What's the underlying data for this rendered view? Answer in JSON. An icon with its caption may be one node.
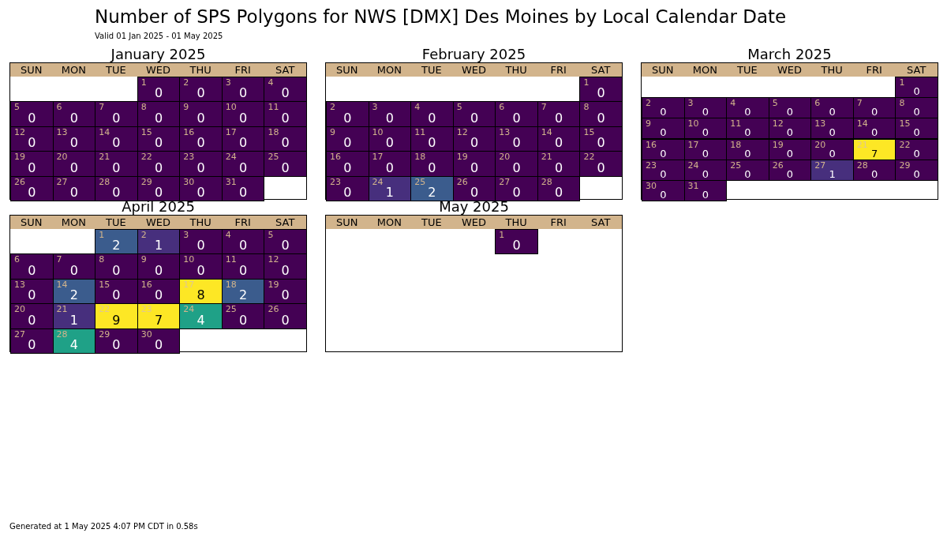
{
  "diagram": {
    "title": "Number of SPS Polygons for NWS [DMX] Des Moines by Local Calendar Date",
    "nodes": [
      {
        "text": [
          "January 2025"
        ]
      },
      {
        "text": [
          "SUN",
          "MON",
          "TUE",
          "WED",
          "THU",
          "FRI",
          "SAT"
        ],
        "in": 0
      },
      {
        "text": [
          "1",
          "0"
        ],
        "in": 0
      },
      {
        "text": [
          "2",
          "0"
        ],
        "in": 0
      },
      {
        "text": [
          "3",
          "0"
        ],
        "in": 0
      },
      {
        "text": [
          "4",
          "0"
        ],
        "in": 0
      },
      {
        "text": [
          "5",
          "0"
        ],
        "in": 0
      },
      {
        "text": [
          "6",
          "0"
        ],
        "in": 0
      },
      {
        "text": [
          "7",
          "0"
        ],
        "in": 0
      },
      {
        "text": [
          "8",
          "0"
        ],
        "in": 0
      },
      {
        "text": [
          "9",
          "0"
        ],
        "in": 0
      },
      {
        "text": [
          "10",
          "0"
        ],
        "in": 0
      },
      {
        "text": [
          "11",
          "0"
        ],
        "in": 0
      },
      {
        "text": [
          "12",
          "0"
        ],
        "in": 0
      },
      {
        "text": [
          "13",
          "0"
        ],
        "in": 0
      },
      {
        "text": [
          "14",
          "0"
        ],
        "in": 0
      },
      {
        "text": [
          "15",
          "0"
        ],
        "in": 0
      },
      {
        "text": [
          "16",
          "0"
        ],
        "in": 0
      },
      {
        "text": [
          "17",
          "0"
        ],
        "in": 0
      },
      {
        "text": [
          "18",
          "0"
        ],
        "in": 0
      },
      {
        "text": [
          "19",
          "0"
        ],
        "in": 0
      },
      {
        "text": [
          "20",
          "0"
        ],
        "in": 0
      },
      {
        "text": [
          "21",
          "0"
        ],
        "in": 0
      },
      {
        "text": [
          "22",
          "0"
        ],
        "in": 0
      },
      {
        "text": [
          "23",
          "0"
        ],
        "in": 0
      },
      {
        "text": [
          "24",
          "0"
        ],
        "in": 0
      },
      {
        "text": [
          "25",
          "0"
        ],
        "in": 0
      },
      {
        "text": [
          "26",
          "0"
        ],
        "in": 0
      },
      {
        "text": [
          "27",
          "0"
        ],
        "in": 0
      },
      {
        "text": [
          "28",
          "0"
        ],
        "in": 0
      },
      {
        "text": [
          "29",
          "0"
        ],
        "in": 0
      },
      {
        "text": [
          "30",
          "0"
        ],
        "in": 0
      },
      {
        "text": [
          "31",
          "0"
        ],
        "in": 0
      },
      {
        "text": [
          "February 2025"
        ]
      },
      {
        "text": [
          "SUN",
          "MON",
          "TUE",
          "WED",
          "THU",
          "FRI",
          "SAT"
        ],
        "in": 33
      },
      {
        "text": [
          "1",
          "0"
        ],
        "in": 33
      },
      {
        "text": [
          "2",
          "0"
        ],
        "in": 33
      },
      {
        "text": [
          "3",
          "0"
        ],
        "in": 33
      },
      {
        "text": [
          "4",
          "0"
        ],
        "in": 33
      },
      {
        "text": [
          "5",
          "0"
        ],
        "in": 33
      },
      {
        "text": [
          "6",
          "0"
        ],
        "in": 33
      },
      {
        "text": [
          "7",
          "0"
        ],
        "in": 33
      },
      {
        "text": [
          "8",
          "0"
        ],
        "in": 33
      },
      {
        "text": [
          "9",
          "0"
        ],
        "in": 33
      },
      {
        "text": [
          "10",
          "0"
        ],
        "in": 33
      },
      {
        "text": [
          "11",
          "0"
        ],
        "in": 33
      },
      {
        "text": [
          "12",
          "0"
        ],
        "in": 33
      },
      {
        "text": [
          "13",
          "0"
        ],
        "in": 33
      },
      {
        "text": [
          "14",
          "0"
        ],
        "in": 33
      },
      {
        "text": [
          "15",
          "0"
        ],
        "in": 33
      },
      {
        "text": [
          "16",
          "0"
        ],
        "in": 33
      },
      {
        "text": [
          "17",
          "0"
        ],
        "in": 33
      },
      {
        "text": [
          "18",
          "0"
        ],
        "in": 33
      },
      {
        "text": [
          "19",
          "0"
        ],
        "in": 33
      },
      {
        "text": [
          "20",
          "0"
        ],
        "in": 33
      },
      {
        "text": [
          "21",
          "0"
        ],
        "in": 33
      },
      {
        "text": [
          "22",
          "0"
        ],
        "in": 33
      },
      {
        "text": [
          "23",
          "0"
        ],
        "in": 33
      },
      {
        "text": [
          "24",
          "1"
        ],
        "in": 33
      },
      {
        "text": [
          "25",
          "2"
        ],
        "in": 33
      },
      {
        "text": [
          "26",
          "0"
        ],
        "in": 33
      },
      {
        "text": [
          "27",
          "0"
        ],
        "in": 33
      },
      {
        "text": [
          "28",
          "0"
        ],
        "in": 33
      },
      {
        "text": [
          "March 2025"
        ]
      },
      {
        "text": [
          "SUN",
          "MON",
          "TUE",
          "WED",
          "THU",
          "FRI",
          "SAT"
        ],
        "in": 63
      },
      {
        "text": [
          "1",
          "0"
        ],
        "in": 63
      },
      {
        "text": [
          "2",
          "0"
        ],
        "in": 63
      },
      {
        "text": [
          "3",
          "0"
        ],
        "in": 63
      },
      {
        "text": [
          "4",
          "0"
        ],
        "in": 63
      },
      {
        "text": [
          "5",
          "0"
        ],
        "in": 63
      },
      {
        "text": [
          "6",
          "0"
        ],
        "in": 63
      },
      {
        "text": [
          "7",
          "0"
        ],
        "in": 63
      },
      {
        "text": [
          "8",
          "0"
        ],
        "in": 63
      },
      {
        "text": [
          "9",
          "0"
        ],
        "in": 63
      },
      {
        "text": [
          "10",
          "0"
        ],
        "in": 63
      },
      {
        "text": [
          "11",
          "0"
        ],
        "in": 63
      },
      {
        "text": [
          "12",
          "0"
        ],
        "in": 63
      },
      {
        "text": [
          "13",
          "0"
        ],
        "in": 63
      },
      {
        "text": [
          "14",
          "0"
        ],
        "in": 63
      },
      {
        "text": [
          "15",
          "0"
        ],
        "in": 63
      },
      {
        "text": [
          "16",
          "0"
        ],
        "in": 63
      },
      {
        "text": [
          "17",
          "0"
        ],
        "in": 63
      },
      {
        "text": [
          "18",
          "0"
        ],
        "in": 63
      },
      {
        "text": [
          "19",
          "0"
        ],
        "in": 63
      },
      {
        "text": [
          "20",
          "0"
        ],
        "in": 63
      },
      {
        "text": [
          "21",
          "7"
        ],
        "in": 63
      },
      {
        "text": [
          "22",
          "0"
        ],
        "in": 63
      },
      {
        "text": [
          "23",
          "0"
        ],
        "in": 63
      },
      {
        "text": [
          "24",
          "0"
        ],
        "in": 63
      },
      {
        "text": [
          "25",
          "0"
        ],
        "in": 63
      },
      {
        "text": [
          "26",
          "0"
        ],
        "in": 63
      },
      {
        "text": [
          "27",
          "1"
        ],
        "in": 63
      },
      {
        "text": [
          "28",
          "0"
        ],
        "in": 63
      },
      {
        "text": [
          "29",
          "0"
        ],
        "in": 63
      },
      {
        "text": [
          "30",
          "0"
        ],
        "in": 63
      },
      {
        "text": [
          "31",
          "0"
        ],
        "in": 63
      },
      {
        "text": [
          "April 2025"
        ]
      },
      {
        "text": [
          "SUN",
          "MON",
          "TUE",
          "WED",
          "THU",
          "FRI",
          "SAT"
        ],
        "in": 96
      },
      {
        "text": [
          "1",
          "2"
        ],
        "in": 96
      },
      {
        "text": [
          "2",
          "1"
        ],
        "in": 96
      },
      {
        "text": [
          "3",
          "0"
        ],
        "in": 96
      },
      {
        "text": [
          "4",
          "0"
        ],
        "in": 96
      },
      {
        "text": [
          "5",
          "0"
        ],
        "in": 96
      },
      {
        "text": [
          "6",
          "0"
        ],
        "in": 96
      },
      {
        "text": [
          "7",
          "0"
        ],
        "in": 96
      },
      {
        "text": [
          "8",
          "0"
        ],
        "in": 96
      },
      {
        "text": [
          "9",
          "0"
        ],
        "in": 96
      },
      {
        "text": [
          "10",
          "0"
        ],
        "in": 96
      },
      {
        "text": [
          "11",
          "0"
        ],
        "in": 96
      },
      {
        "text": [
          "12",
          "0"
        ],
        "in": 96
      },
      {
        "text": [
          "13",
          "0"
        ],
        "in": 96
      },
      {
        "text": [
          "14",
          "2"
        ],
        "in": 96
      },
      {
        "text": [
          "15",
          "0"
        ],
        "in": 96
      },
      {
        "text": [
          "16",
          "0"
        ],
        "in": 96
      },
      {
        "text": [
          "17",
          "8"
        ],
        "in": 96
      },
      {
        "text": [
          "18",
          "2"
        ],
        "in": 96
      },
      {
        "text": [
          "19",
          "0"
        ],
        "in": 96
      },
      {
        "text": [
          "20",
          "0"
        ],
        "in": 96
      },
      {
        "text": [
          "21",
          "1"
        ],
        "in": 96
      },
      {
        "text": [
          "22",
          "9"
        ],
        "in": 96
      },
      {
        "text": [
          "23",
          "7"
        ],
        "in": 96
      },
      {
        "text": [
          "24",
          "4"
        ],
        "in": 96
      },
      {
        "text": [
          "25",
          "0"
        ],
        "in": 96
      },
      {
        "text": [
          "26",
          "0"
        ],
        "in": 96
      },
      {
        "text": [
          "27",
          "0"
        ],
        "in": 96
      },
      {
        "text": [
          "28",
          "4"
        ],
        "in": 96
      },
      {
        "text": [
          "29",
          "0"
        ],
        "in": 96
      },
      {
        "text": [
          "30",
          "0"
        ],
        "in": 96
      },
      {
        "text": [
          "May 2025"
        ]
      },
      {
        "text": [
          "SUN",
          "MON",
          "TUE",
          "WED",
          "THU",
          "FRI",
          "SAT"
        ],
        "in": 128
      },
      {
        "text": [
          "1",
          "0"
        ],
        "in": 128
      }
    ],
    "labels": [
      "Valid 01 Jan 2025 - 01 May 2025",
      "Generated at 1 May 2025 4:07 PM CDT in 0.58s"
    ]
  }
}
